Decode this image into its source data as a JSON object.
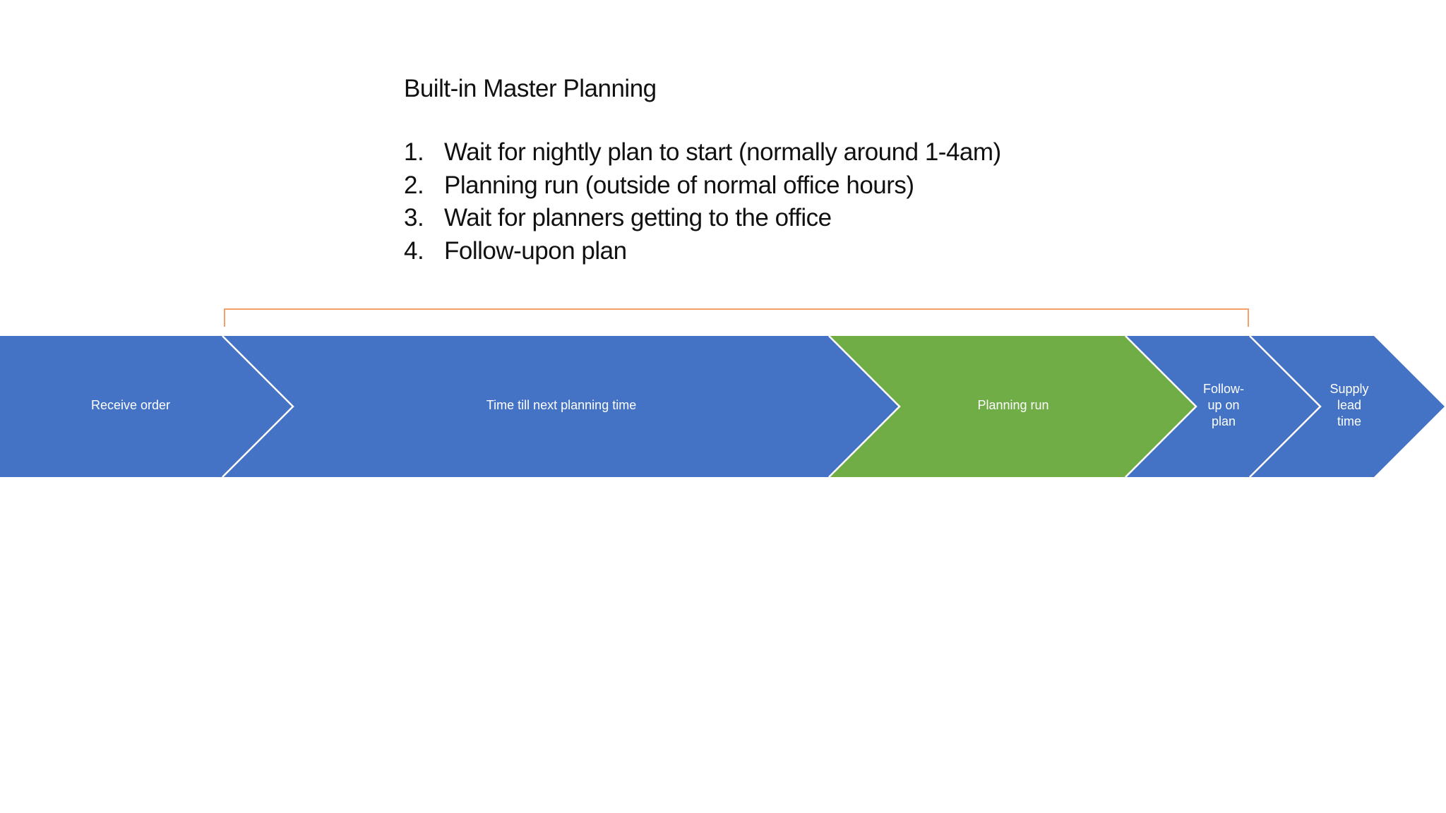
{
  "slide": {
    "title": "Built-in Master Planning",
    "steps": [
      {
        "num": "1.",
        "text": "Wait for nightly plan to start (normally around 1-4am)"
      },
      {
        "num": "2.",
        "text": "Planning run (outside of normal office hours)"
      },
      {
        "num": "3.",
        "text": "Wait for planners getting to the office"
      },
      {
        "num": "4.",
        "text": "Follow-upon plan"
      }
    ]
  },
  "process": {
    "colors": {
      "blue": "#4472c4",
      "green": "#70ad47",
      "bracket": "#f4a06a",
      "separator": "#ffffff"
    },
    "chevrons": [
      {
        "label": "Receive order",
        "color": "blue"
      },
      {
        "label": "Time till next planning time",
        "color": "blue"
      },
      {
        "label": "Planning run",
        "color": "green"
      },
      {
        "label": "Follow-\nup on\nplan",
        "line1": "Follow-",
        "line2": "up on",
        "line3": "plan",
        "color": "blue"
      },
      {
        "label": "Supply lead time",
        "line1": "Supply",
        "line2": "lead",
        "line3": "time",
        "color": "blue"
      }
    ]
  }
}
